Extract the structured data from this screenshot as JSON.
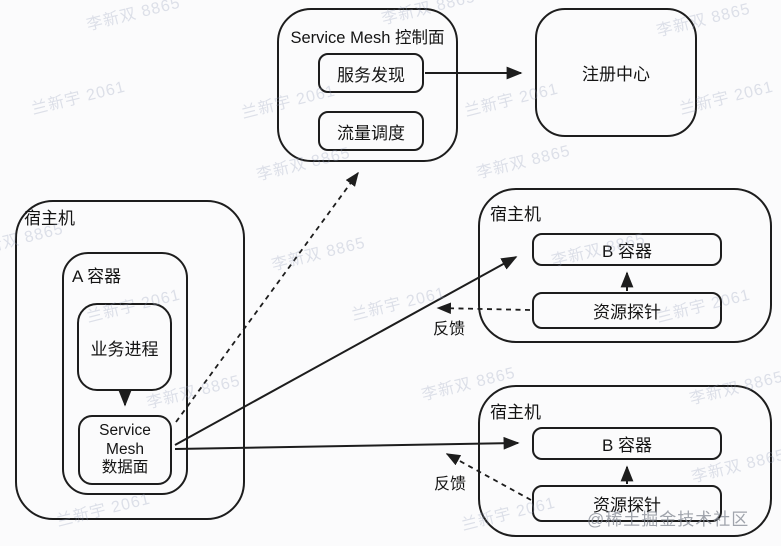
{
  "control_plane": {
    "title": "Service Mesh 控制面",
    "items": [
      {
        "label": "服务发现"
      },
      {
        "label": "流量调度"
      }
    ]
  },
  "registry": {
    "label": "注册中心"
  },
  "host_a": {
    "title": "宿主机",
    "container_title": "A 容器",
    "process_label": "业务进程",
    "dataplane_lines": [
      "Service",
      "Mesh",
      "数据面"
    ]
  },
  "host_b_top": {
    "title": "宿主机",
    "container_label": "B 容器",
    "probe_label": "资源探针",
    "feedback_label": "反馈"
  },
  "host_b_bottom": {
    "title": "宿主机",
    "container_label": "B 容器",
    "probe_label": "资源探针",
    "feedback_label": "反馈"
  },
  "watermark": {
    "user1": "李新双 8865",
    "user2": "兰新宇 2061",
    "site": "@稀土掘金技术社区"
  },
  "colors": {
    "line": "#1d1d1d",
    "background": "#fbfbfc",
    "watermark": "#e4e6ee",
    "site_watermark": "#9ba0a8"
  }
}
